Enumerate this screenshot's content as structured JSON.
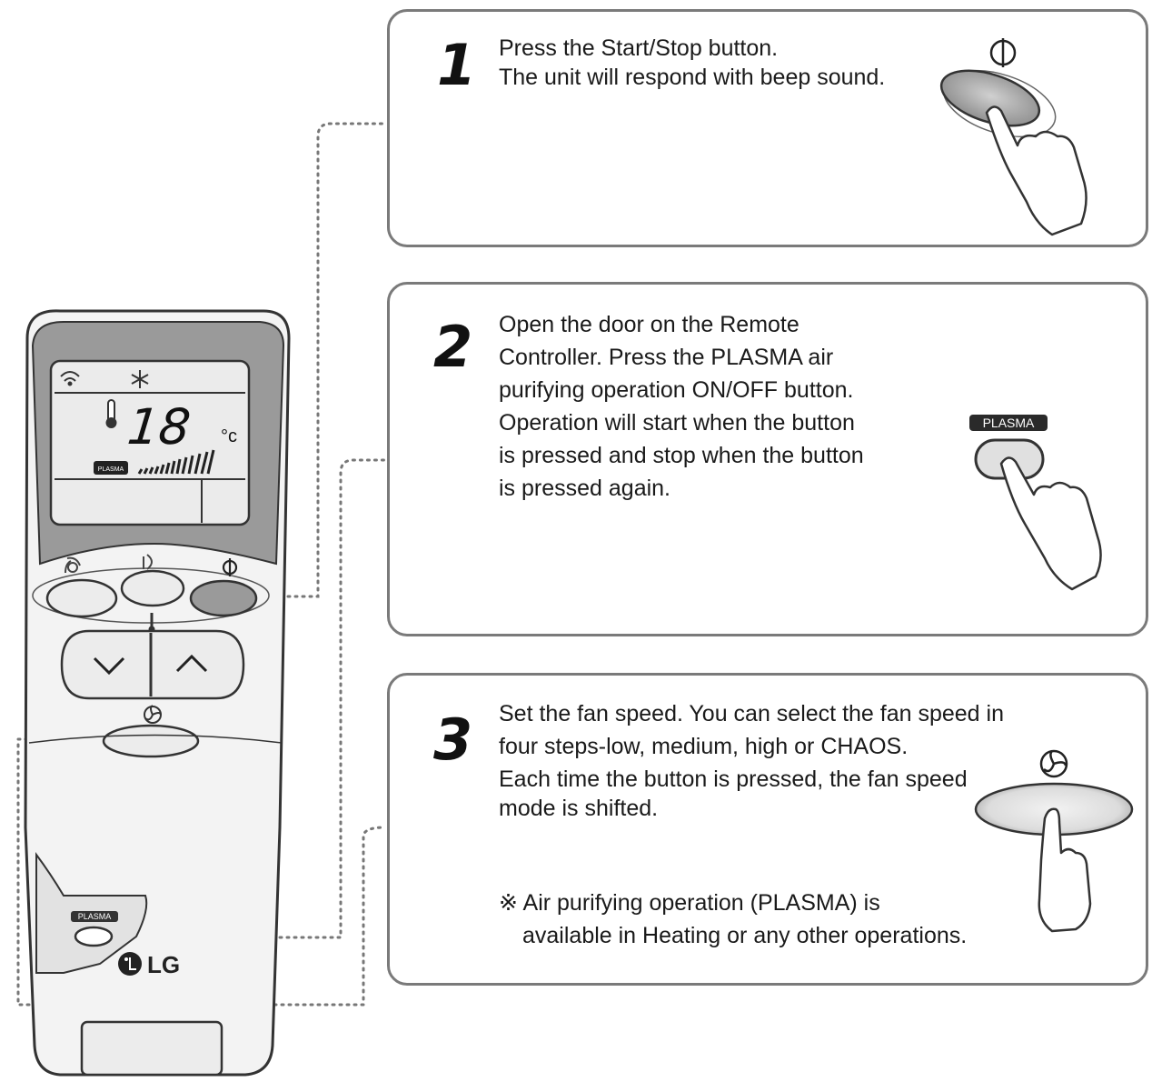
{
  "steps": [
    {
      "number": "1",
      "lines": [
        "Press the Start/Stop button.",
        "The unit will respond with beep sound."
      ]
    },
    {
      "number": "2",
      "lines": [
        "Open the door on the Remote",
        "Controller. Press the PLASMA air",
        "purifying operation ON/OFF button.",
        "Operation will start when the button",
        "is pressed and stop when the button",
        "is pressed again."
      ],
      "button_badge": "PLASMA"
    },
    {
      "number": "3",
      "lines": [
        "Set the fan speed. You can select the fan speed in",
        "four steps-low, medium, high or CHAOS.",
        "Each time the button is pressed, the fan speed",
        "mode is shifted."
      ],
      "note_lines": [
        "※ Air purifying operation (PLASMA) is",
        "available in Heating or any other operations."
      ]
    }
  ],
  "remote": {
    "display_temperature": "18",
    "display_unit": "°c",
    "plasma_badge": "PLASMA",
    "brand": "LG"
  }
}
